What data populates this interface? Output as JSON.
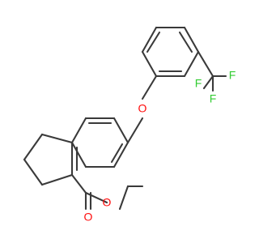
{
  "molecule": {
    "atoms": {
      "ring_oxygen": "O",
      "carbonyl_oxygen": "O",
      "ether_oxygen": "O",
      "fluorine_top": "F",
      "fluorine_right": "F",
      "fluorine_bottom": "F"
    },
    "colors": {
      "bond": "#3a3a3a",
      "oxygen": "#ff0d0d",
      "fluorine": "#33cc33",
      "background": "#ffffff"
    }
  }
}
